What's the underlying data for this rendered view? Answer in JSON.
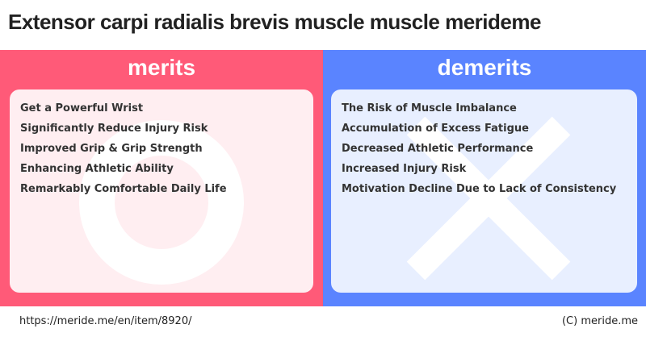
{
  "title": "Extensor carpi radialis brevis muscle muscle merideme",
  "merits": {
    "heading": "merits",
    "items": [
      "Get a Powerful Wrist",
      "Significantly Reduce Injury Risk",
      "Improved Grip & Grip Strength",
      "Enhancing Athletic Ability",
      "Remarkably Comfortable Daily Life"
    ]
  },
  "demerits": {
    "heading": "demerits",
    "items": [
      "The Risk of Muscle Imbalance",
      "Accumulation of Excess Fatigue",
      "Decreased Athletic Performance",
      "Increased Injury Risk",
      "Motivation Decline Due to Lack of Consistency"
    ]
  },
  "footer": {
    "url": "https://meride.me/en/item/8920/",
    "copyright": "(C) meride.me"
  },
  "colors": {
    "merits": "#ff5a78",
    "demerits": "#5a84ff"
  }
}
